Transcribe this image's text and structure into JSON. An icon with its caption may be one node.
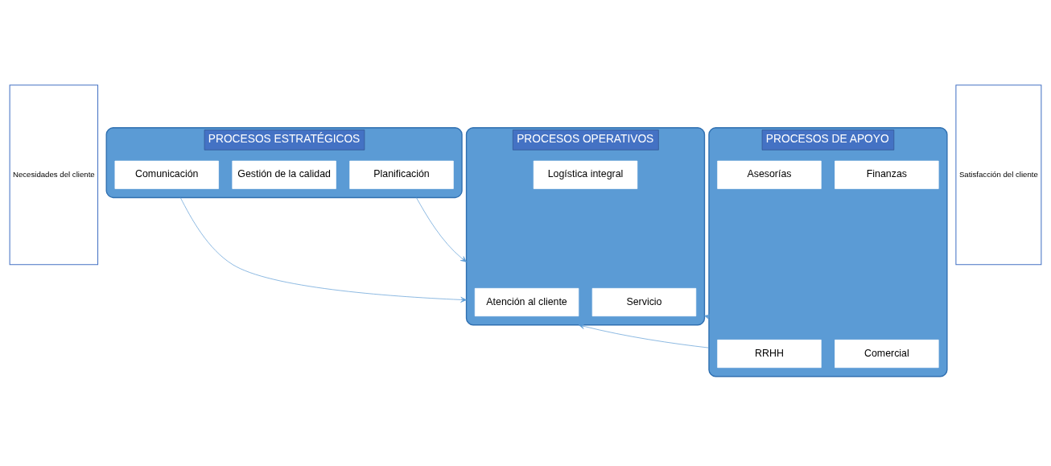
{
  "diagram": {
    "nodes": [
      {
        "text": [
          "Necesidades del cliente"
        ]
      },
      {
        "text": [
          "PROCESOS ESTRATÉGICOS"
        ]
      },
      {
        "text": [
          "Planificación"
        ],
        "in": 1
      },
      {
        "text": [
          "Gestión de la calidad"
        ],
        "in": 1
      },
      {
        "text": [
          "Comunicación"
        ],
        "in": 1
      },
      {
        "text": [
          "PROCESOS OPERATIVOS"
        ]
      },
      {
        "text": [
          "Servicio"
        ],
        "in": 5
      },
      {
        "text": [
          "Logística integral"
        ],
        "in": 5
      },
      {
        "text": [
          "Atención al cliente"
        ],
        "in": 5
      },
      {
        "text": [
          "PROCESOS DE APOYO"
        ]
      },
      {
        "text": [
          "Comercial"
        ],
        "in": 9
      },
      {
        "text": [
          "Finanzas"
        ],
        "in": 9
      },
      {
        "text": [
          "Asesorías"
        ],
        "in": 9
      },
      {
        "text": [
          "RRHH"
        ],
        "in": 9
      },
      {
        "text": [
          "Satisfacción del cliente"
        ]
      }
    ],
    "edges": [
      {
        "from": 1,
        "to": 5,
        "arrow": "to"
      },
      {
        "from": 1,
        "to": 5,
        "arrow": "to"
      },
      {
        "from": 9,
        "to": 5,
        "arrow": "to"
      },
      {
        "from": 9,
        "to": 5,
        "arrow": "to"
      }
    ]
  }
}
